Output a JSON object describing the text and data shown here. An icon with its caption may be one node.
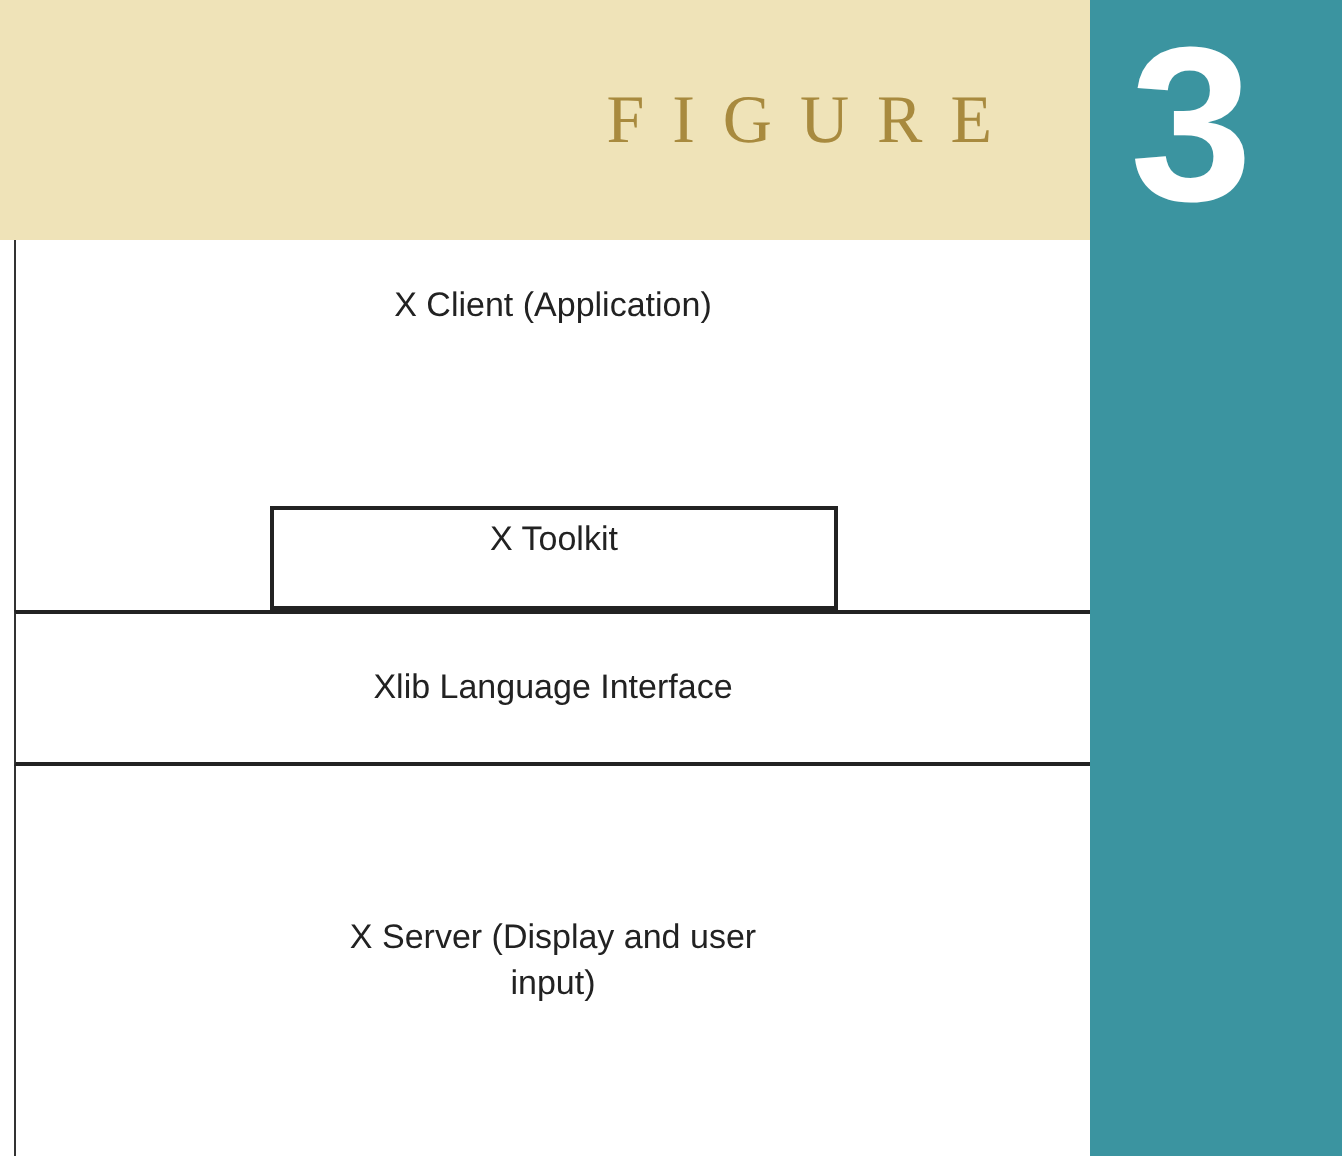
{
  "diagram": {
    "title": "FIGURE",
    "nodes": [
      {
        "text": [
          "X Client (Application)"
        ]
      },
      {
        "text": [
          "X Toolkit"
        ],
        "in": 0
      },
      {
        "text": [
          "Xlib Language Interface"
        ]
      },
      {
        "text": [
          "X Server (Display and user input)"
        ]
      }
    ],
    "edges": [],
    "labels": [
      "3"
    ]
  }
}
